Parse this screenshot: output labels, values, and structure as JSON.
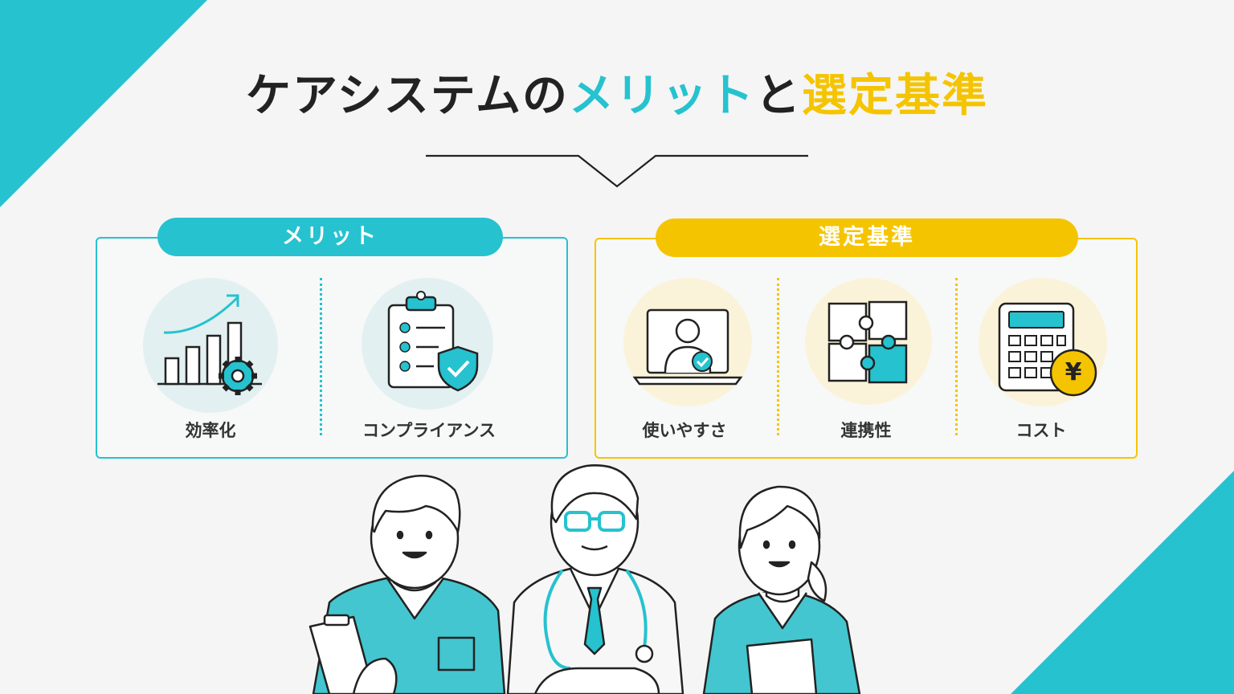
{
  "title": {
    "part1": "ケアシステムの",
    "part2": "メリット",
    "part3": "と",
    "part4": "選定基準"
  },
  "merit": {
    "heading": "メリット",
    "items": [
      {
        "label": "効率化",
        "icon": "growth-chart-gear-icon"
      },
      {
        "label": "コンプライアンス",
        "icon": "clipboard-shield-icon"
      }
    ]
  },
  "criteria": {
    "heading": "選定基準",
    "items": [
      {
        "label": "使いやすさ",
        "icon": "laptop-user-icon"
      },
      {
        "label": "連携性",
        "icon": "puzzle-icon"
      },
      {
        "label": "コスト",
        "icon": "calculator-yen-icon"
      }
    ]
  },
  "currency_symbol": "¥",
  "colors": {
    "teal": "#26c2cf",
    "yellow": "#f5c400",
    "dark": "#222222",
    "teal_light": "#e2f0f1",
    "yellow_light": "#fbf3d9"
  }
}
